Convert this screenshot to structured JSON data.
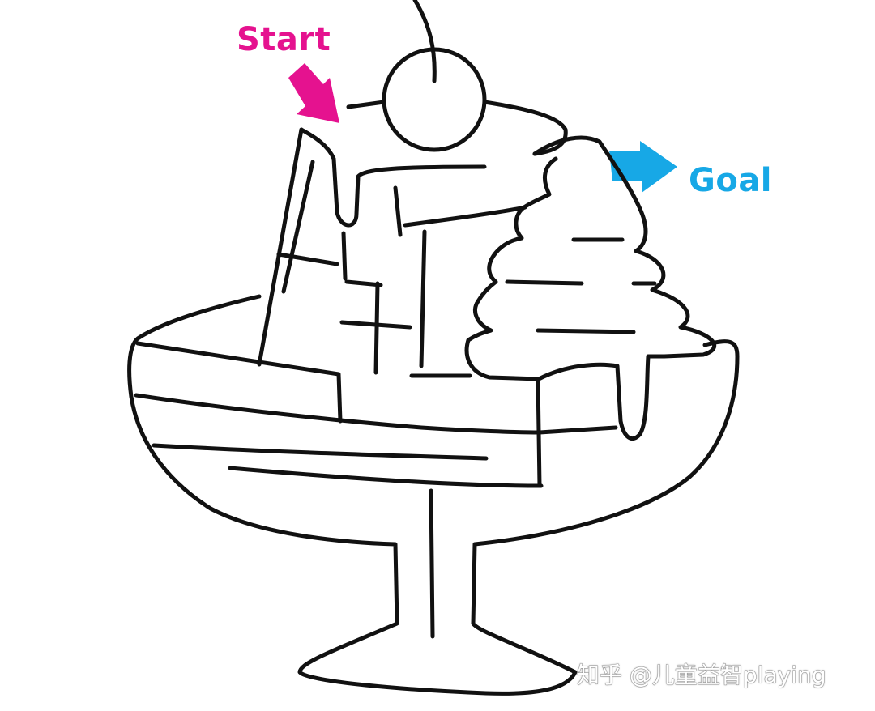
{
  "puzzle": {
    "type": "maze",
    "theme": "ice cream sundae",
    "start_label": "Start",
    "goal_label": "Goal",
    "watermark": "知乎 @儿童益智playing"
  },
  "colors": {
    "start": "#e5128f",
    "goal": "#17a8e6",
    "line": "#111111",
    "background": "#ffffff"
  },
  "icons": {
    "start_arrow": "arrow-down-right-icon",
    "goal_arrow": "arrow-right-icon"
  }
}
